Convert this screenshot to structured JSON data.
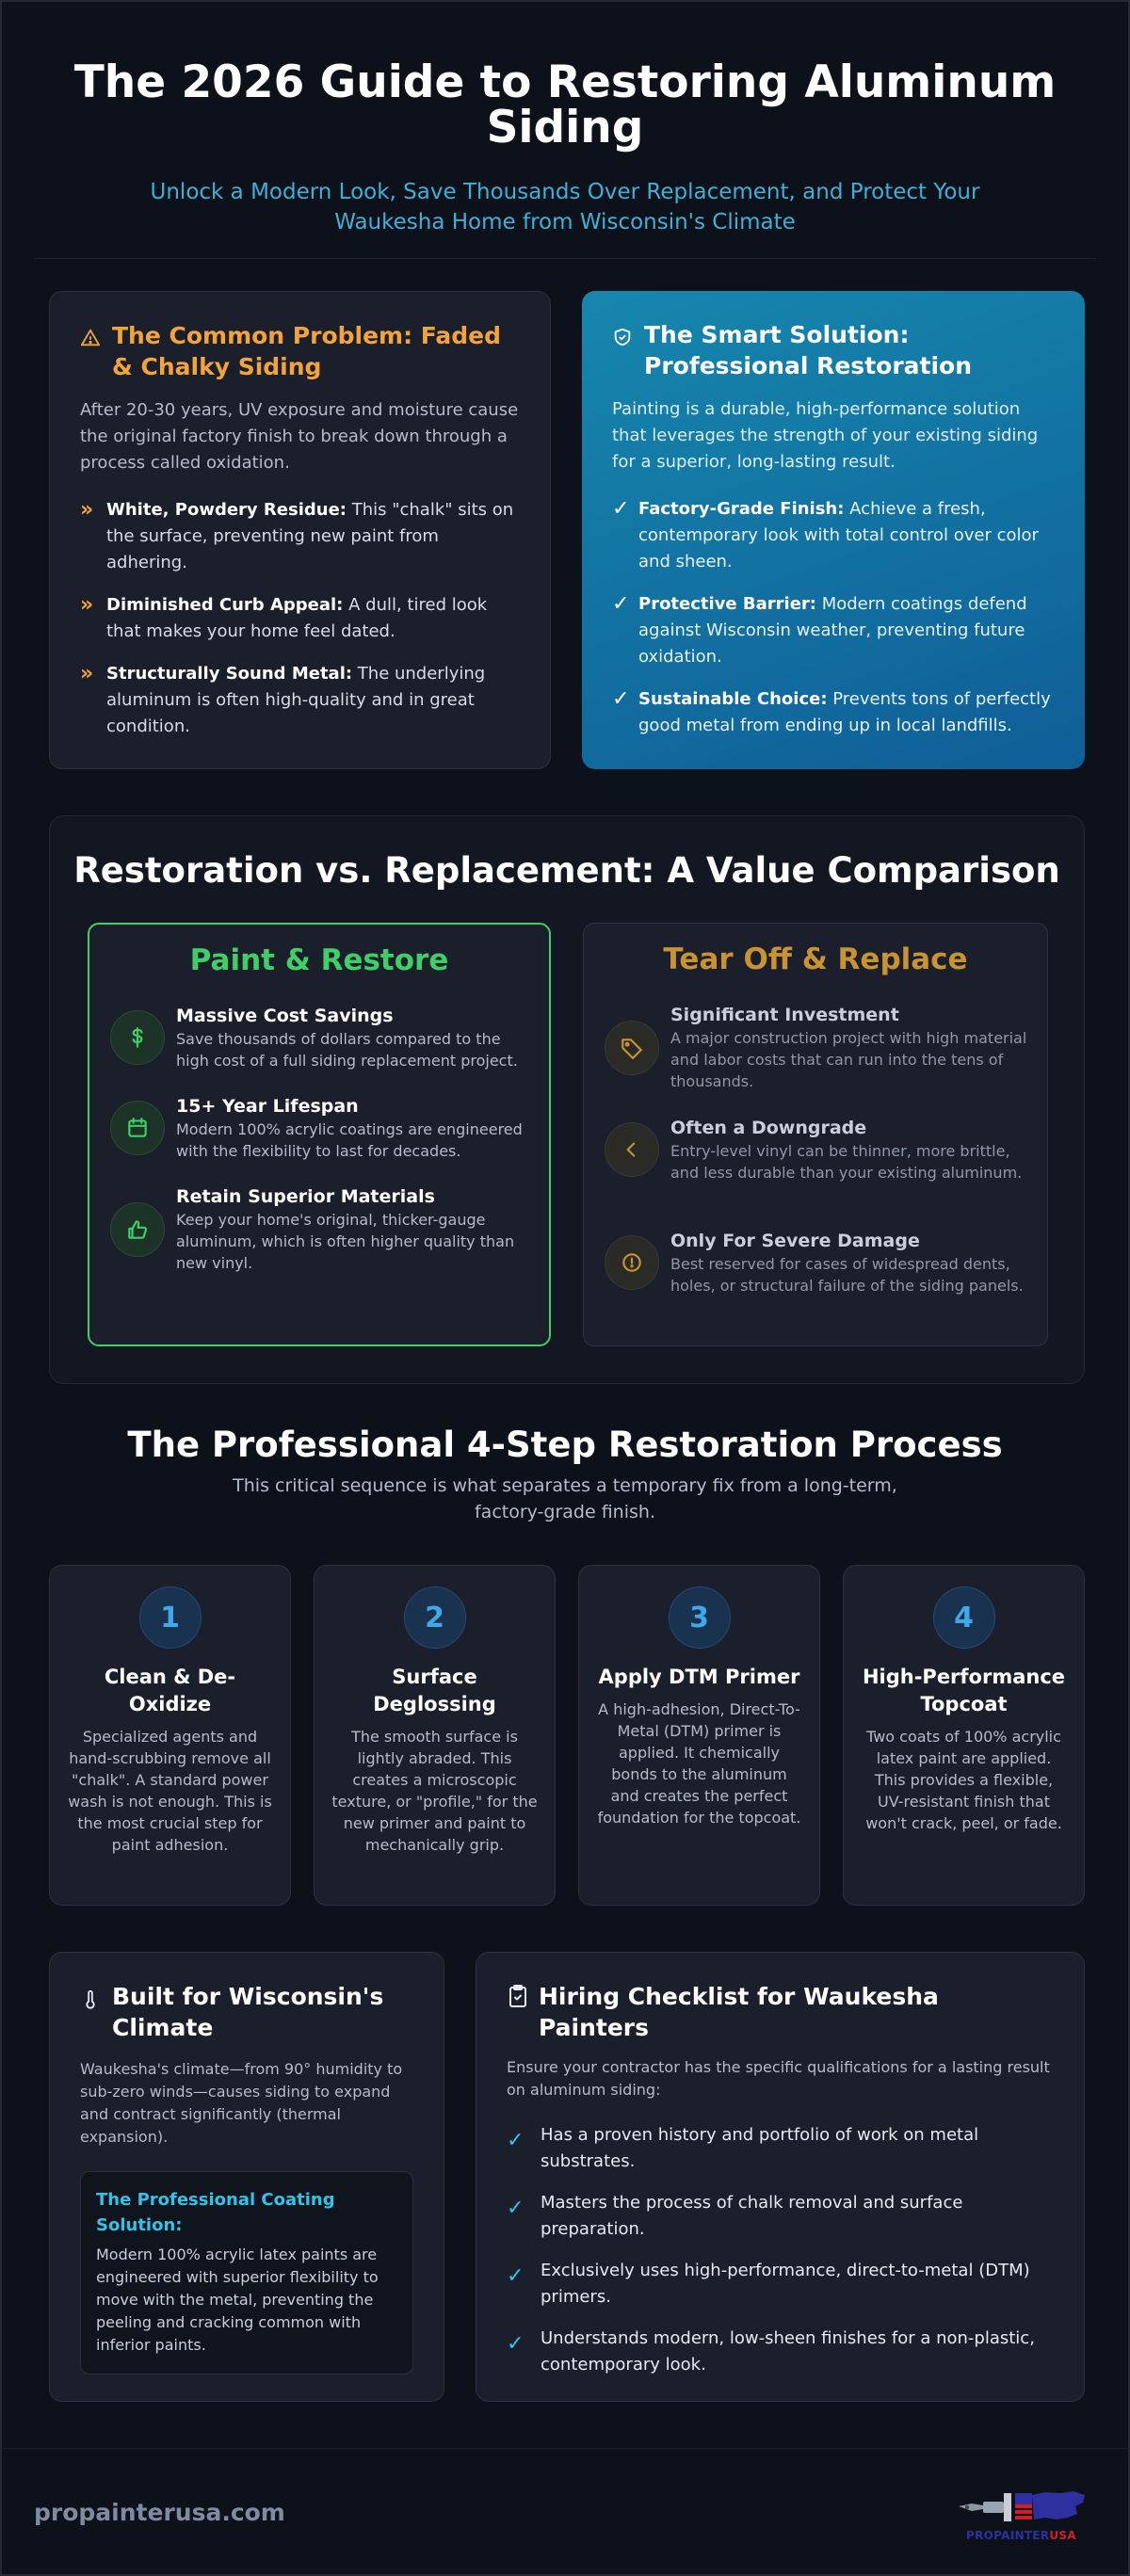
{
  "header": {
    "title": "The 2026 Guide to Restoring Aluminum Siding",
    "subtitle": "Unlock a Modern Look, Save Thousands Over Replacement, and Protect Your Waukesha Home from Wisconsin's Climate"
  },
  "problem": {
    "icon": "warning-icon",
    "title": "The Common Problem: Faded & Chalky Siding",
    "intro": "After 20-30 years, UV exposure and moisture cause the original factory finish to break down through a process called oxidation.",
    "items": [
      {
        "marker": "»",
        "bold": "White, Powdery Residue:",
        "text": " This \"chalk\" sits on the surface, preventing new paint from adhering."
      },
      {
        "marker": "»",
        "bold": "Diminished Curb Appeal:",
        "text": " A dull, tired look that makes your home feel dated."
      },
      {
        "marker": "»",
        "bold": "Structurally Sound Metal:",
        "text": " The underlying aluminum is often high-quality and in great condition."
      }
    ]
  },
  "solution": {
    "icon": "shield-check-icon",
    "title": "The Smart Solution: Professional Restoration",
    "intro": "Painting is a durable, high-performance solution that leverages the strength of your existing siding for a superior, long-lasting result.",
    "items": [
      {
        "marker": "✓",
        "bold": "Factory-Grade Finish:",
        "text": " Achieve a fresh, contemporary look with total control over color and sheen."
      },
      {
        "marker": "✓",
        "bold": "Protective Barrier:",
        "text": " Modern coatings defend against Wisconsin weather, preventing future oxidation."
      },
      {
        "marker": "✓",
        "bold": "Sustainable Choice:",
        "text": " Prevents tons of perfectly good metal from ending up in local landfills."
      }
    ]
  },
  "comparison": {
    "title": "Restoration vs. Replacement: A Value Comparison",
    "paint": {
      "title": "Paint & Restore",
      "items": [
        {
          "icon": "dollar-icon",
          "title": "Massive Cost Savings",
          "text": "Save thousands of dollars compared to the high cost of a full siding replacement project."
        },
        {
          "icon": "calendar-icon",
          "title": "15+ Year Lifespan",
          "text": "Modern 100% acrylic coatings are engineered with the flexibility to last for decades."
        },
        {
          "icon": "thumbs-up-icon",
          "title": "Retain Superior Materials",
          "text": "Keep your home's original, thicker-gauge aluminum, which is often higher quality than new vinyl."
        }
      ]
    },
    "replace": {
      "title": "Tear Off & Replace",
      "items": [
        {
          "icon": "tag-icon",
          "title": "Significant Investment",
          "text": "A major construction project with high material and labor costs that can run into the tens of thousands."
        },
        {
          "icon": "chevron-left-icon",
          "title": "Often a Downgrade",
          "text": "Entry-level vinyl can be thinner, more brittle, and less durable than your existing aluminum."
        },
        {
          "icon": "alert-circle-icon",
          "title": "Only For Severe Damage",
          "text": "Best reserved for cases of widespread dents, holes, or structural failure of the siding panels."
        }
      ]
    }
  },
  "process": {
    "title": "The Professional 4-Step Restoration Process",
    "subtitle": "This critical sequence is what separates a temporary fix from a long-term, factory-grade finish.",
    "steps": [
      {
        "num": "1",
        "title": "Clean & De-Oxidize",
        "text": "Specialized agents and hand-scrubbing remove all \"chalk\". A standard power wash is not enough. This is the most crucial step for paint adhesion."
      },
      {
        "num": "2",
        "title": "Surface Deglossing",
        "text": "The smooth surface is lightly abraded. This creates a microscopic texture, or \"profile,\" for the new primer and paint to mechanically grip."
      },
      {
        "num": "3",
        "title": "Apply DTM Primer",
        "text": "A high-adhesion, Direct-To-Metal (DTM) primer is applied. It chemically bonds to the aluminum and creates the perfect foundation for the topcoat."
      },
      {
        "num": "4",
        "title": "High-Performance Topcoat",
        "text": "Two coats of 100% acrylic latex paint are applied. This provides a flexible, UV-resistant finish that won't crack, peel, or fade."
      }
    ]
  },
  "climate": {
    "icon": "thermometer-icon",
    "title": "Built for Wisconsin's Climate",
    "intro": "Waukesha's climate—from 90° humidity to sub-zero winds—causes siding to expand and contract significantly (thermal expansion).",
    "box_title": "The Professional Coating Solution:",
    "box_text": "Modern 100% acrylic latex paints are engineered with superior flexibility to move with the metal, preventing the peeling and cracking common with inferior paints."
  },
  "checklist": {
    "icon": "clipboard-check-icon",
    "title": "Hiring Checklist for Waukesha Painters",
    "intro": "Ensure your contractor has the specific qualifications for a lasting result on aluminum siding:",
    "items": [
      "Has a proven history and portfolio of work on metal substrates.",
      "Masters the process of chalk removal and surface preparation.",
      "Exclusively uses high-performance, direct-to-metal (DTM) primers.",
      "Understands modern, low-sheen finishes for a non-plastic, contemporary look."
    ],
    "marker": "✓"
  },
  "footer": {
    "url": "propainterusa.com",
    "logo_text": "PROPAINTERUSA"
  },
  "colors": {
    "orange": "#f2a43a",
    "green": "#3fcf66",
    "gold": "#c99232",
    "cyan": "#33c3e8",
    "blue_card": "#1487ad"
  }
}
